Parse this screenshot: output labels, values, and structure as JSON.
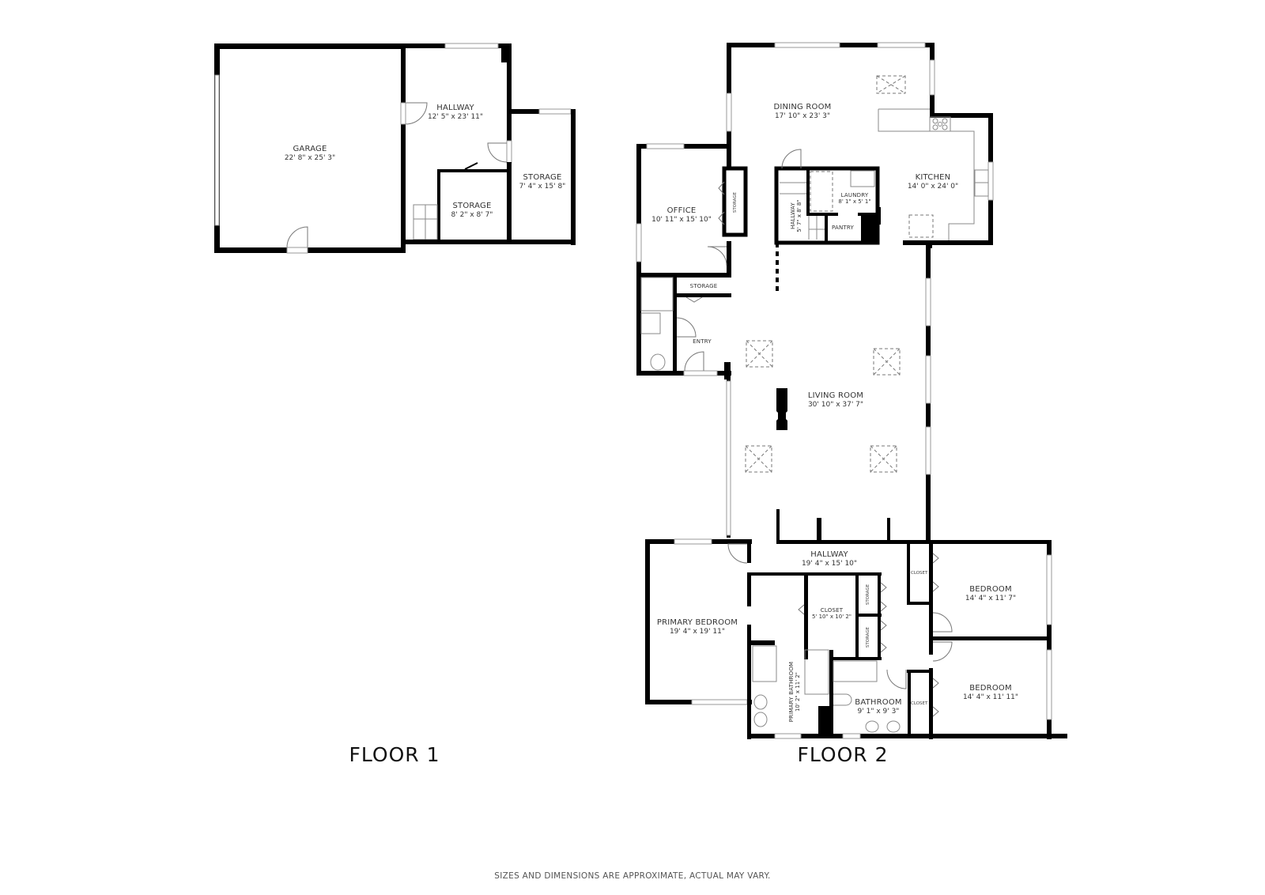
{
  "floors": [
    {
      "label": "FLOOR 1",
      "rooms": [
        {
          "name": "GARAGE",
          "dims": "22' 8\" x 25' 3\""
        },
        {
          "name": "HALLWAY",
          "dims": "12' 5\" x 23' 11\""
        },
        {
          "name": "STORAGE",
          "dims": "8' 2\" x 8' 7\""
        },
        {
          "name": "STORAGE",
          "dims": "7' 4\" x 15' 8\""
        }
      ]
    },
    {
      "label": "FLOOR 2",
      "rooms": [
        {
          "name": "DINING ROOM",
          "dims": "17' 10\" x 23' 3\""
        },
        {
          "name": "KITCHEN",
          "dims": "14' 0\" x 24' 0\""
        },
        {
          "name": "OFFICE",
          "dims": "10' 11\" x 15' 10\""
        },
        {
          "name": "STORAGE",
          "dims": ""
        },
        {
          "name": "HALLWAY",
          "dims": "5' 7\" x 8' 8\""
        },
        {
          "name": "LAUNDRY",
          "dims": "8' 1\" x 5' 1\""
        },
        {
          "name": "PANTRY",
          "dims": ""
        },
        {
          "name": "STORAGE",
          "dims": ""
        },
        {
          "name": "ENTRY",
          "dims": ""
        },
        {
          "name": "LIVING ROOM",
          "dims": "30' 10\" x 37' 7\""
        },
        {
          "name": "HALLWAY",
          "dims": "19' 4\" x 15' 10\""
        },
        {
          "name": "PRIMARY BEDROOM",
          "dims": "19' 4\" x 19' 11\""
        },
        {
          "name": "CLOSET",
          "dims": "5' 10\" x 10' 2\""
        },
        {
          "name": "STORAGE",
          "dims": ""
        },
        {
          "name": "STORAGE",
          "dims": ""
        },
        {
          "name": "PRIMARY BATHROOM",
          "dims": "10' 2\" x 11' 2\""
        },
        {
          "name": "BATHROOM",
          "dims": "9' 1\" x 9' 3\""
        },
        {
          "name": "CLOSET",
          "dims": ""
        },
        {
          "name": "BEDROOM",
          "dims": "14' 4\" x 11' 7\""
        },
        {
          "name": "CLOSET",
          "dims": ""
        },
        {
          "name": "BEDROOM",
          "dims": "14' 4\" x 11' 11\""
        }
      ]
    }
  ],
  "disclaimer": "SIZES AND DIMENSIONS ARE APPROXIMATE, ACTUAL MAY VARY.",
  "colors": {
    "wall": "#000000",
    "text": "#333333",
    "background": "#ffffff"
  }
}
